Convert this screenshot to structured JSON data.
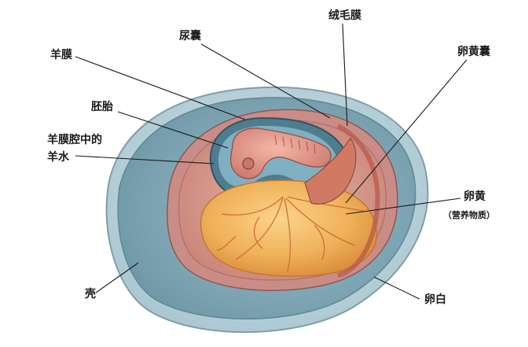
{
  "labels": {
    "shell": "壳",
    "allantois": "尿囊",
    "chorion": "绒毛膜",
    "amnion": "羊膜",
    "yolk_sac": "卵黄囊",
    "embryo": "胚胎",
    "amniotic_fluid_line1": "羊膜腔中的",
    "amniotic_fluid_line2": "羊水",
    "yolk": "卵黄",
    "yolk_note": "（营养物质）",
    "albumen": "卵白"
  },
  "colors": {
    "shell_outer": "#bcd4dc",
    "albumen": "#7fa8b6",
    "chorion_band": "#c98c86",
    "amniotic_cavity": "#d9a79a",
    "yolk": "#f0b35a",
    "embryo": "#e59a8c",
    "leader_line": "#1a1a1a"
  }
}
